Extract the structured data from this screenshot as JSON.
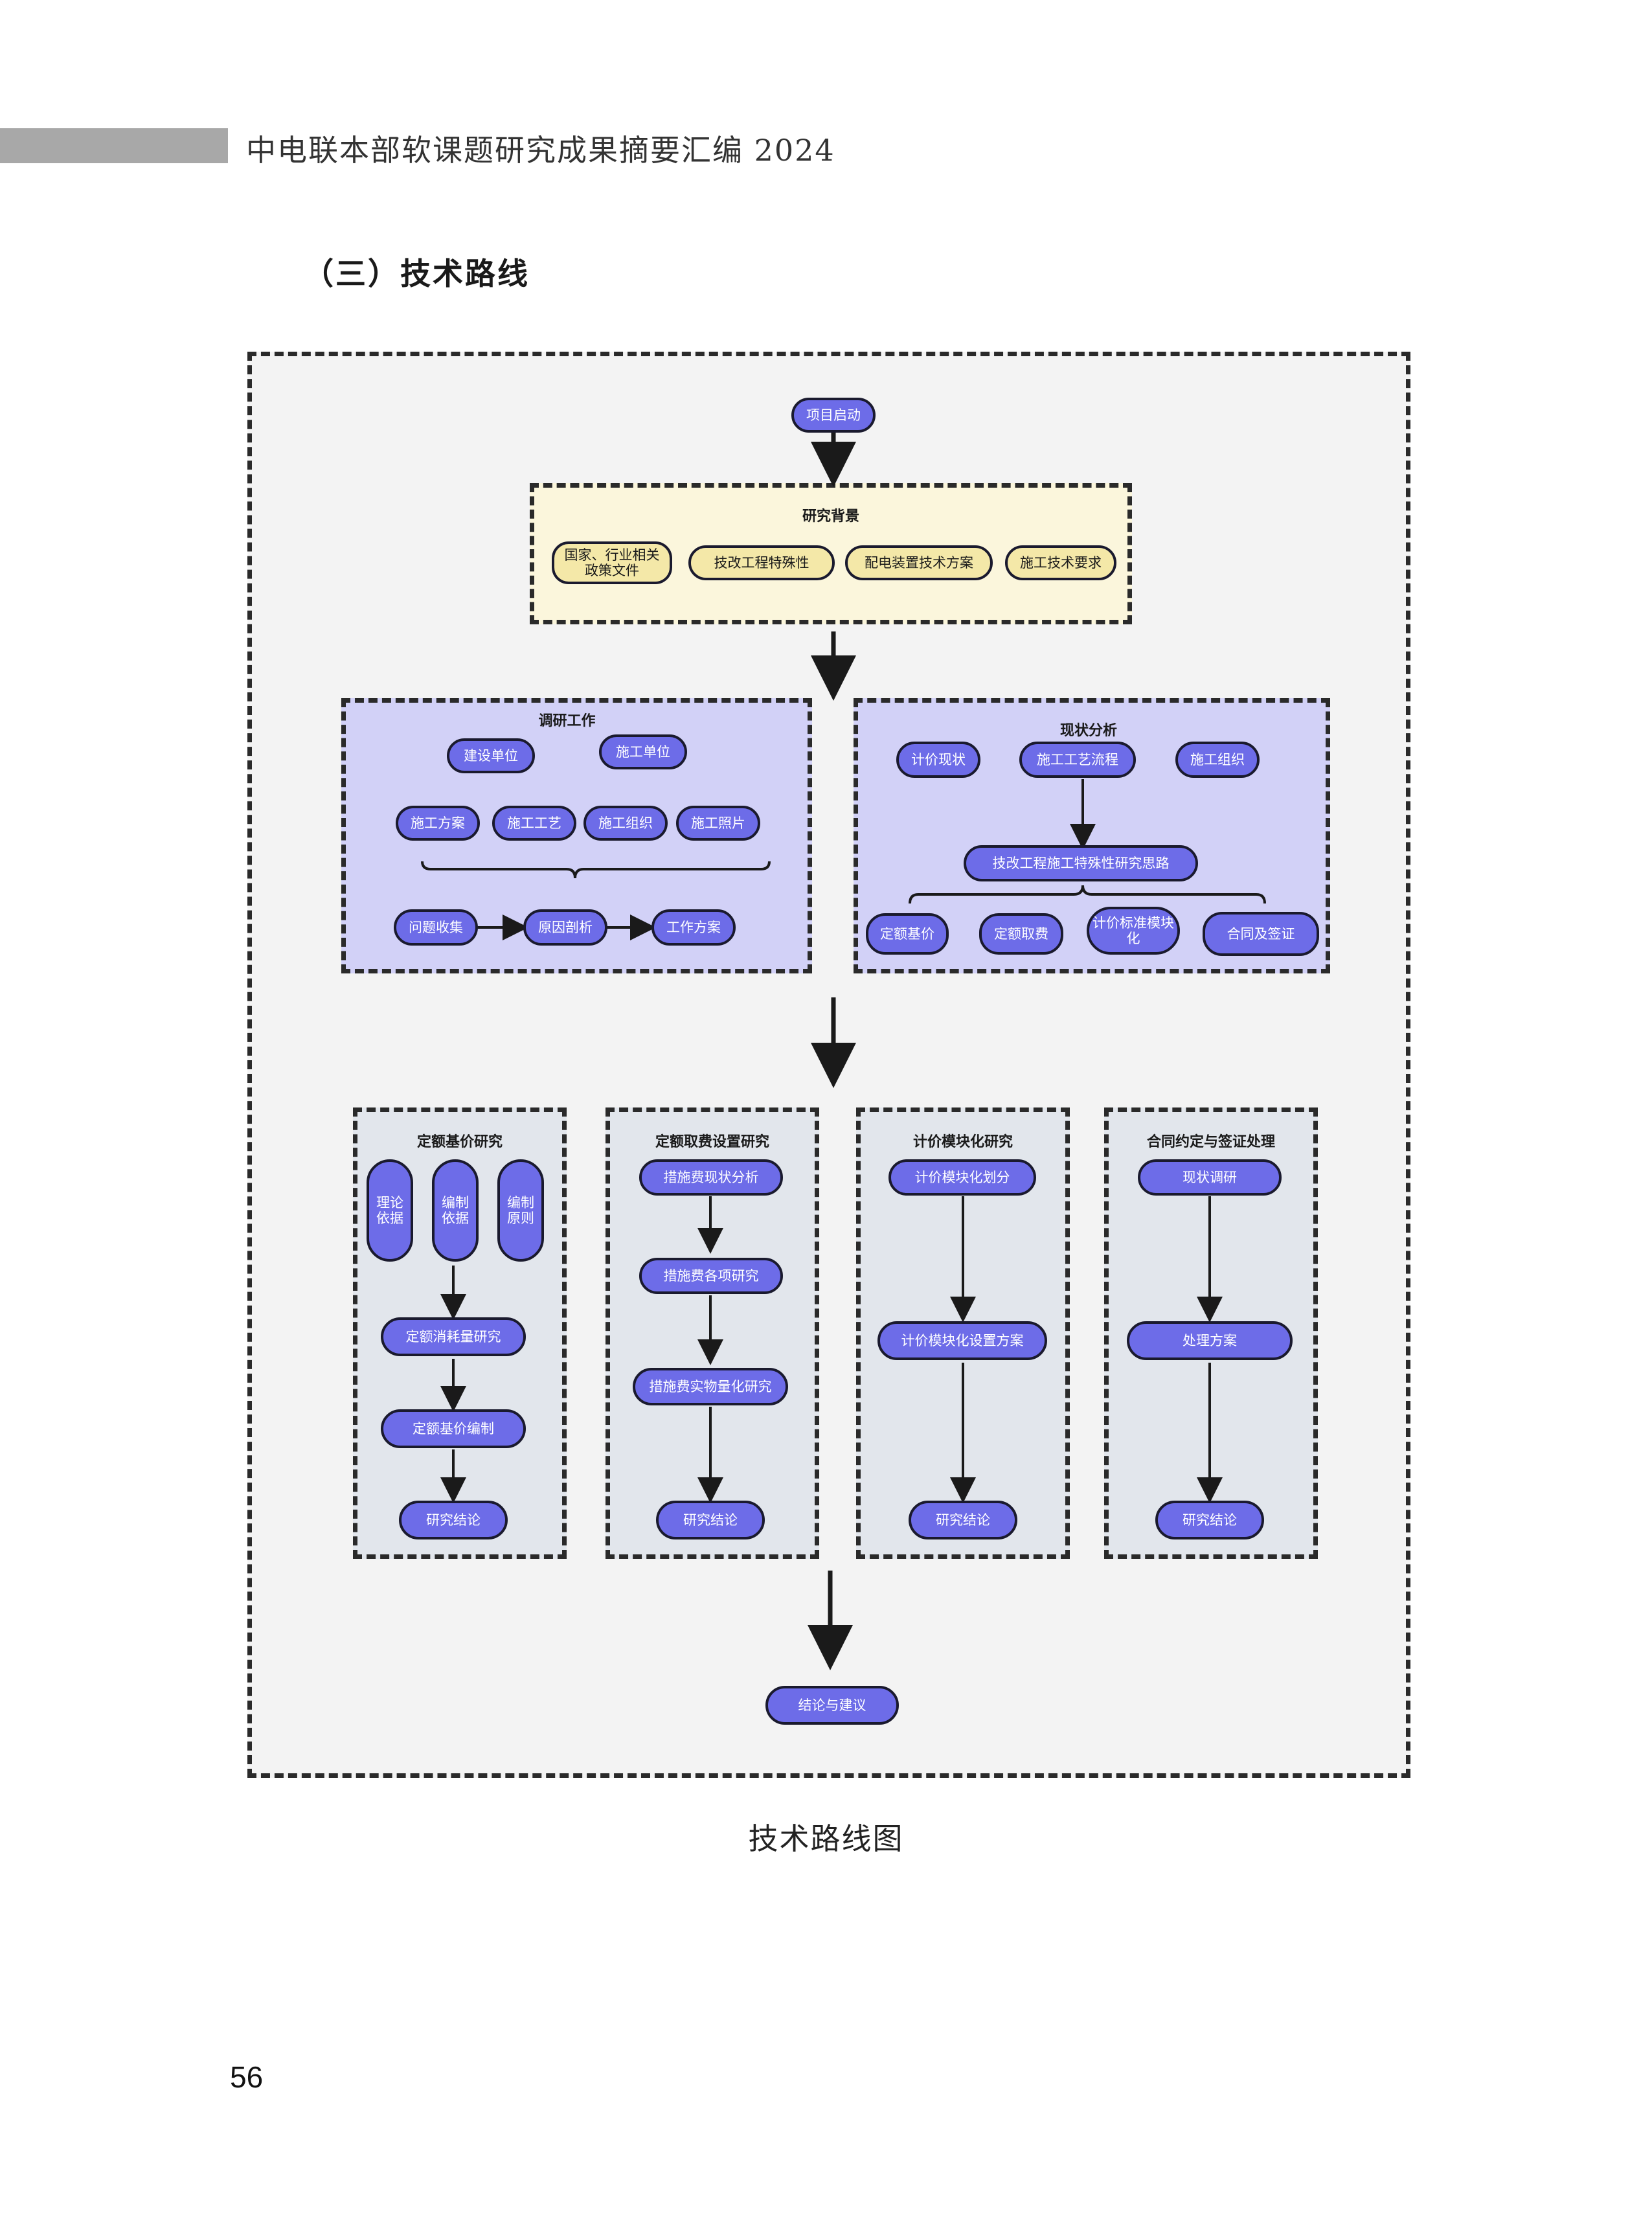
{
  "header": {
    "title": "中电联本部软课题研究成果摘要汇编 2024"
  },
  "section": {
    "heading": "（三）技术路线"
  },
  "diagram": {
    "start": "项目启动",
    "background": {
      "title": "研究背景",
      "items": [
        "国家、行业相关政策文件",
        "技改工程特殊性",
        "配电装置技术方案",
        "施工技术要求"
      ]
    },
    "survey": {
      "title": "调研工作",
      "units": [
        "建设单位",
        "施工单位"
      ],
      "topics": [
        "施工方案",
        "施工工艺",
        "施工组织",
        "施工照片"
      ],
      "flow": [
        "问题收集",
        "原因剖析",
        "工作方案"
      ]
    },
    "status": {
      "title": "现状分析",
      "top": [
        "计价现状",
        "施工工艺流程",
        "施工组织"
      ],
      "idea": "技改工程施工特殊性研究思路",
      "bottom": [
        "定额基价",
        "定额取费",
        "计价标准模块化",
        "合同及签证"
      ]
    },
    "research": [
      {
        "title": "定额基价研究",
        "inputs": [
          "理论依据",
          "编制依据",
          "编制原则"
        ],
        "steps": [
          "定额消耗量研究",
          "定额基价编制",
          "研究结论"
        ]
      },
      {
        "title": "定额取费设置研究",
        "steps": [
          "措施费现状分析",
          "措施费各项研究",
          "措施费实物量化研究",
          "研究结论"
        ]
      },
      {
        "title": "计价模块化研究",
        "steps": [
          "计价模块化划分",
          "计价模块化设置方案",
          "研究结论"
        ]
      },
      {
        "title": "合同约定与签证处理",
        "steps": [
          "现状调研",
          "处理方案",
          "研究结论"
        ]
      }
    ],
    "end": "结论与建议"
  },
  "caption": "技术路线图",
  "page_number": "56",
  "colors": {
    "node_fill": "#6d6ce8",
    "background_group": "#fbf6dc",
    "survey_group": "#d2d1f7",
    "research_group": "#e2e6ec",
    "frame_fill": "#f3f3f3"
  }
}
